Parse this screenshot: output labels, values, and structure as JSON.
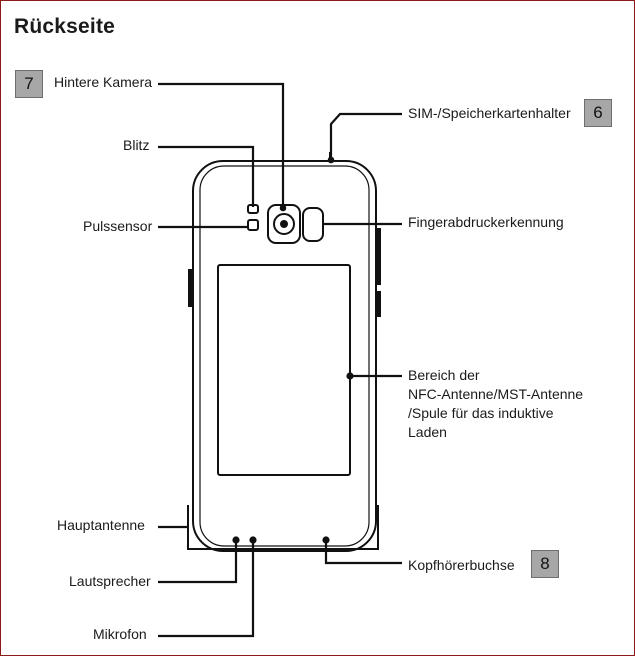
{
  "title": "Rückseite",
  "labels": {
    "rear_camera": "Hintere Kamera",
    "flash": "Blitz",
    "pulse_sensor": "Pulssensor",
    "main_antenna": "Hauptantenne",
    "speaker": "Lautsprecher",
    "microphone": "Mikrofon",
    "sim_tray": "SIM-/Speicherkartenhalter",
    "fingerprint": "Fingerabdruckerkennung",
    "nfc_area": [
      "Bereich der",
      "NFC-Antenne/MST-Antenne",
      "/Spule für das induktive",
      "Laden"
    ],
    "headset_jack": "Kopfhörerbuchse"
  },
  "badges": {
    "rear_camera": "7",
    "sim_tray": "6",
    "headset_jack": "8"
  },
  "colors": {
    "frame": "#8b1a1a",
    "badge": "#a7a7a7",
    "line": "#111111"
  }
}
